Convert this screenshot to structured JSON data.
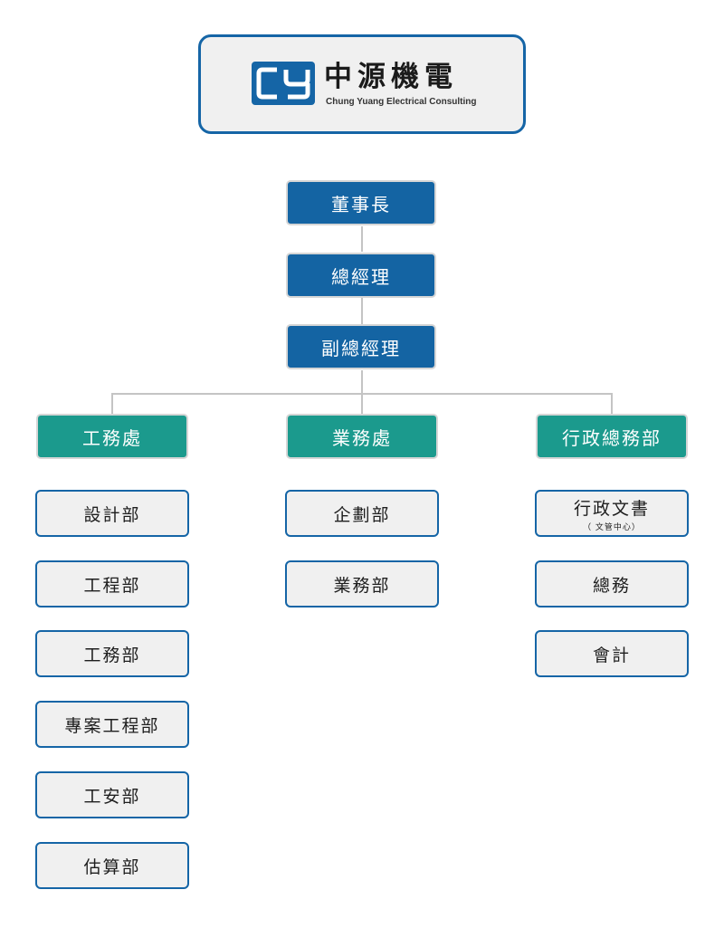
{
  "header": {
    "logo_text": "CY",
    "company_name": "中源機電",
    "company_name_en": "Chung Yuang Electrical Consulting",
    "brand_color": "#1565a6"
  },
  "executives": [
    {
      "label": "董事長"
    },
    {
      "label": "總經理"
    },
    {
      "label": "副總經理"
    }
  ],
  "divisions": [
    {
      "label": "工務處",
      "departments": [
        {
          "label": "設計部"
        },
        {
          "label": "工程部"
        },
        {
          "label": "工務部"
        },
        {
          "label": "專案工程部"
        },
        {
          "label": "工安部"
        },
        {
          "label": "估算部"
        }
      ]
    },
    {
      "label": "業務處",
      "departments": [
        {
          "label": "企劃部"
        },
        {
          "label": "業務部"
        }
      ]
    },
    {
      "label": "行政總務部",
      "departments": [
        {
          "label": "行政文書",
          "note": "（ 文管中心）"
        },
        {
          "label": "總務"
        },
        {
          "label": "會計"
        }
      ]
    }
  ],
  "colors": {
    "executive_fill": "#1464a3",
    "division_fill": "#1b9a8d",
    "department_border": "#1565a6",
    "department_fill": "#f0f0f0",
    "connector": "#c4c4c4"
  }
}
